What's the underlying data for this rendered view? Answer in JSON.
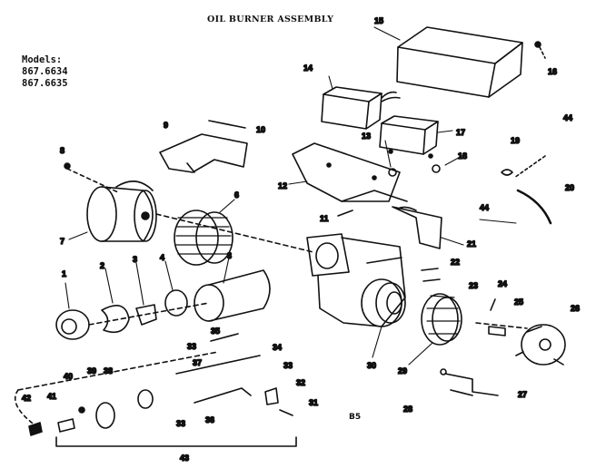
{
  "title": "OIL BURNER ASSEMBLY",
  "models_label": "Models:",
  "models": [
    "867.6634",
    "867.6635"
  ],
  "diagram_code": "B5",
  "part_numbers": {
    "p1": "1",
    "p2": "2",
    "p3": "3",
    "p3b": "3",
    "p4": "4",
    "p6": "6",
    "p7": "7",
    "p8": "8",
    "p9": "9",
    "p10": "10",
    "p11": "11",
    "p12": "12",
    "p13": "13",
    "p14": "14",
    "p15": "15",
    "p16": "16",
    "p17": "17",
    "p18": "18",
    "p19": "19",
    "p20": "20",
    "p21": "21",
    "p22": "22",
    "p23": "23",
    "p24": "24",
    "p25": "25",
    "p26": "26",
    "p27": "27",
    "p28": "28",
    "p29": "29",
    "p30": "30",
    "p31": "31",
    "p32": "32",
    "p33a": "33",
    "p33b": "33",
    "p33c": "33",
    "p34": "34",
    "p35": "35",
    "p36": "36",
    "p37": "37",
    "p38": "38",
    "p39": "39",
    "p40": "40",
    "p41": "41",
    "p42": "42",
    "p43": "43",
    "p44a": "44",
    "p44b": "44"
  }
}
